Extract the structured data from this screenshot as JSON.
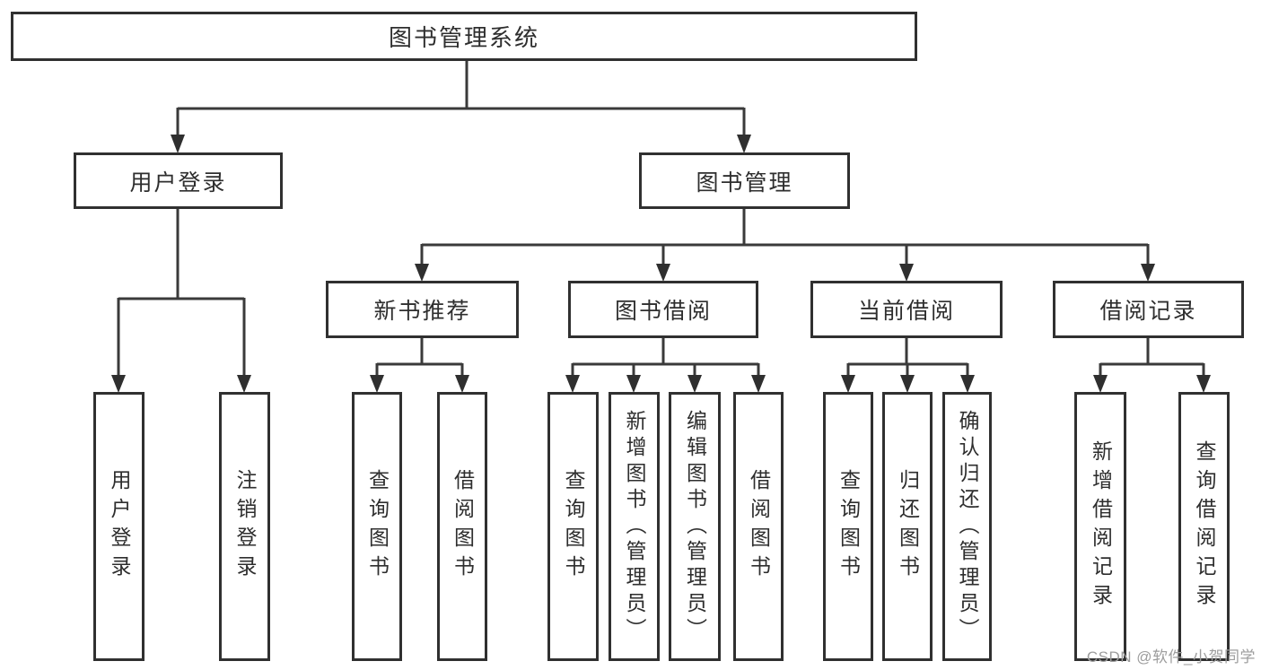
{
  "diagram_title": "图书管理系统",
  "level2": {
    "user_login": "用户登录",
    "book_mgmt": "图书管理"
  },
  "level3": {
    "new_books": "新书推荐",
    "borrowing": "图书借阅",
    "current": "当前借阅",
    "records": "借阅记录"
  },
  "leaves": {
    "user_login": [
      "用户登录",
      "注销登录"
    ],
    "new_books": [
      "查询图书",
      "借阅图书"
    ],
    "borrowing": [
      "查询图书",
      "新增图书（管理员）",
      "编辑图书（管理员）",
      "借阅图书"
    ],
    "current": [
      "查询图书",
      "归还图书",
      "确认归还（管理员）"
    ],
    "records": [
      "新增借阅记录",
      "查询借阅记录"
    ]
  },
  "watermark": "CSDN @软件_小贺同学",
  "colors": {
    "background": "#ffffff",
    "box_border": "#303030",
    "line": "#3a3a3a",
    "text": "#2e2e2e",
    "watermark": "#9d9d9d"
  }
}
